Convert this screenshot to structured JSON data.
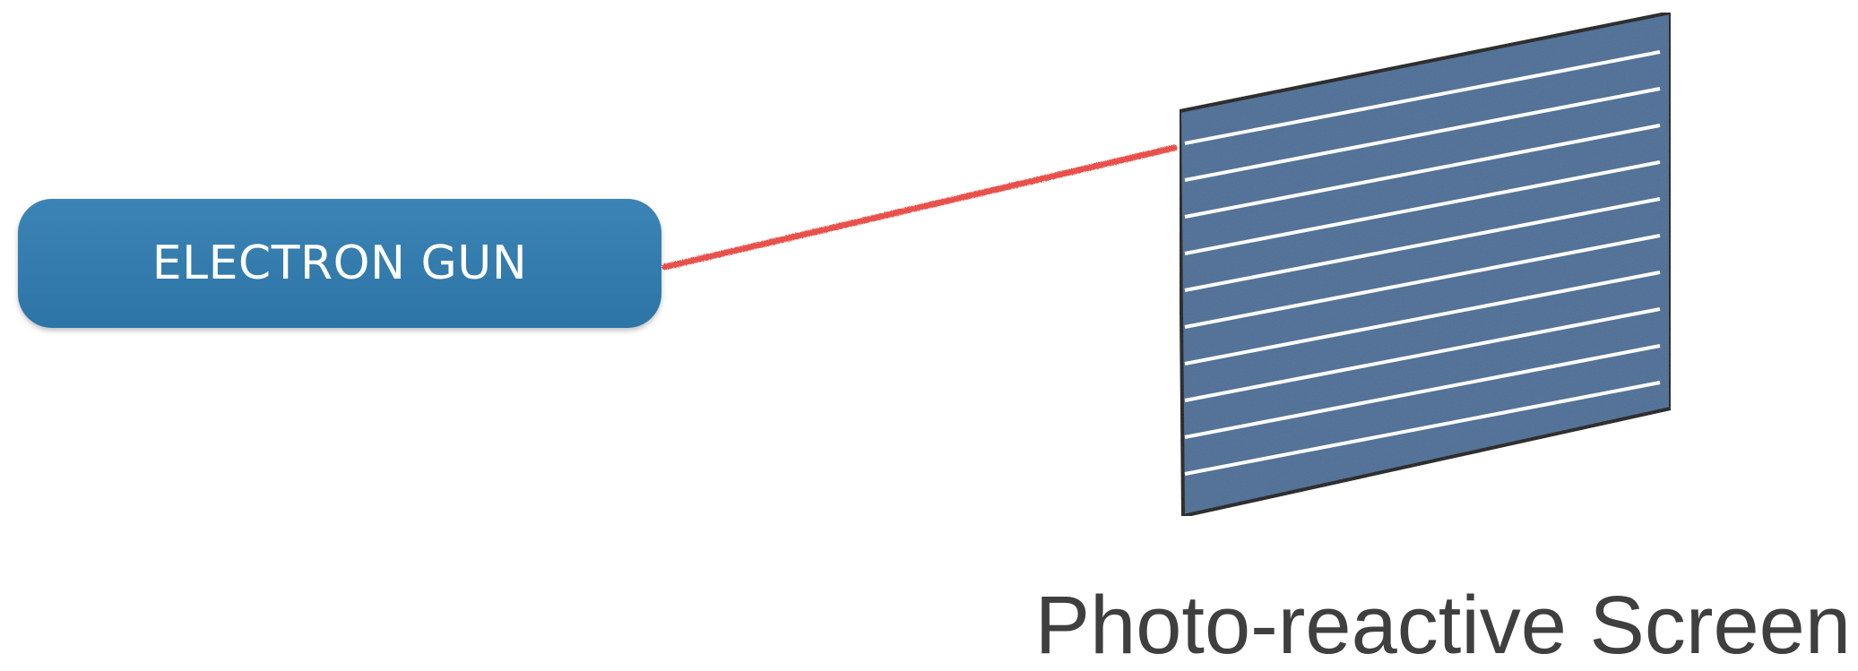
{
  "electron_gun": {
    "label": "ELECTRON GUN"
  },
  "screen": {
    "caption": "Photo-reactive Screen",
    "scan_line_count": 10
  },
  "colors": {
    "gun_fill": "#2f7cb0",
    "beam": "#e8514c",
    "screen_fill": "#4a6d95",
    "screen_border": "#111111",
    "scan_lines": "#ffffff",
    "caption_text": "#3f3f3f"
  }
}
